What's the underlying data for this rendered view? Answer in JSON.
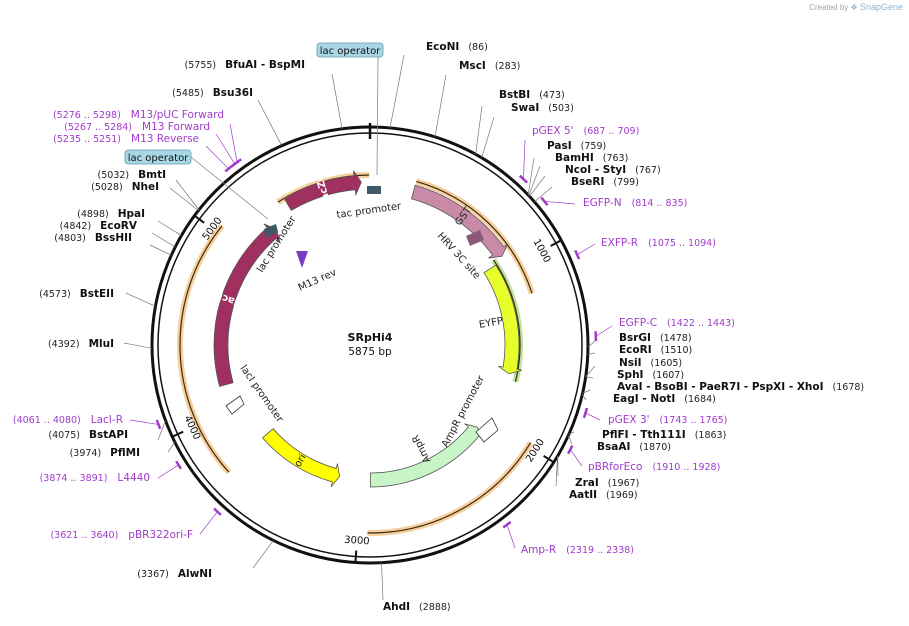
{
  "credit": {
    "prefix": "Created by",
    "brand": "SnapGene"
  },
  "plasmid": {
    "name": "SRpHi4",
    "length_label": "5875 bp",
    "length": 5875
  },
  "ticks": [
    {
      "pos": 1000,
      "label": "1000"
    },
    {
      "pos": 2000,
      "label": "2000"
    },
    {
      "pos": 3000,
      "label": "3000"
    },
    {
      "pos": 4000,
      "label": "4000"
    },
    {
      "pos": 5000,
      "label": "5000"
    }
  ],
  "boxed_labels": [
    {
      "text": "lac operator",
      "color": "#a9d6e5"
    },
    {
      "text": "lac operator",
      "color": "#a9d6e5"
    }
  ],
  "sites": [
    {
      "name": "EcoNI",
      "pos": "(86)",
      "bp": 86
    },
    {
      "name": "MscI",
      "pos": "(283)",
      "bp": 283
    },
    {
      "name": "BstBI",
      "pos": "(473)",
      "bp": 473
    },
    {
      "name": "SwaI",
      "pos": "(503)",
      "bp": 503
    },
    {
      "name": "PasI",
      "pos": "(759)",
      "bp": 759
    },
    {
      "name": "BamHI",
      "pos": "(763)",
      "bp": 763
    },
    {
      "name": "NcoI  -  StyI",
      "pos": "(767)",
      "bp": 767
    },
    {
      "name": "BseRI",
      "pos": "(799)",
      "bp": 799
    },
    {
      "name": "BsrGI",
      "pos": "(1478)",
      "bp": 1478
    },
    {
      "name": "EcoRI",
      "pos": "(1510)",
      "bp": 1510
    },
    {
      "name": "NsiI",
      "pos": "(1605)",
      "bp": 1605
    },
    {
      "name": "SphI",
      "pos": "(1607)",
      "bp": 1607
    },
    {
      "name": "AvaI  -  BsoBI  -  PaeR7I  -  PspXI  -  XhoI",
      "pos": "(1678)",
      "bp": 1678
    },
    {
      "name": "EagI  -  NotI",
      "pos": "(1684)",
      "bp": 1684
    },
    {
      "name": "PflFI  -  Tth111I",
      "pos": "(1863)",
      "bp": 1863
    },
    {
      "name": "BsaAI",
      "pos": "(1870)",
      "bp": 1870
    },
    {
      "name": "ZraI",
      "pos": "(1967)",
      "bp": 1967
    },
    {
      "name": "AatII",
      "pos": "(1969)",
      "bp": 1969
    },
    {
      "name": "AhdI",
      "pos": "(2888)",
      "bp": 2888
    },
    {
      "name": "AlwNI",
      "pos": "(3367)",
      "bp": 3367
    },
    {
      "name": "PflMI",
      "pos": "(3974)",
      "bp": 3974
    },
    {
      "name": "BstAPI",
      "pos": "(4075)",
      "bp": 4075
    },
    {
      "name": "MluI",
      "pos": "(4392)",
      "bp": 4392
    },
    {
      "name": "BstEII",
      "pos": "(4573)",
      "bp": 4573
    },
    {
      "name": "BssHII",
      "pos": "(4803)",
      "bp": 4803
    },
    {
      "name": "EcoRV",
      "pos": "(4842)",
      "bp": 4842
    },
    {
      "name": "HpaI",
      "pos": "(4898)",
      "bp": 4898
    },
    {
      "name": "NheI",
      "pos": "(5028)",
      "bp": 5028
    },
    {
      "name": "BmtI",
      "pos": "(5032)",
      "bp": 5032
    },
    {
      "name": "Bsu36I",
      "pos": "(5485)",
      "bp": 5485
    },
    {
      "name": "BfuAI  -  BspMI",
      "pos": "(5755)",
      "bp": 5755
    }
  ],
  "primers": [
    {
      "name": "pGEX 5'",
      "pos": "(687 .. 709)",
      "start": 687,
      "end": 709
    },
    {
      "name": "EGFP-N",
      "pos": "(814 .. 835)",
      "start": 814,
      "end": 835
    },
    {
      "name": "EXFP-R",
      "pos": "(1075 .. 1094)",
      "start": 1075,
      "end": 1094
    },
    {
      "name": "EGFP-C",
      "pos": "(1422 .. 1443)",
      "start": 1422,
      "end": 1443
    },
    {
      "name": "pGEX 3'",
      "pos": "(1743 .. 1765)",
      "start": 1743,
      "end": 1765
    },
    {
      "name": "pBRforEco",
      "pos": "(1910 .. 1928)",
      "start": 1910,
      "end": 1928
    },
    {
      "name": "Amp-R",
      "pos": "(2319 .. 2338)",
      "start": 2319,
      "end": 2338
    },
    {
      "name": "pBR322ori-F",
      "pos": "(3621 .. 3640)",
      "start": 3621,
      "end": 3640
    },
    {
      "name": "L4440",
      "pos": "(3874 .. 3891)",
      "start": 3874,
      "end": 3891
    },
    {
      "name": "LacI-R",
      "pos": "(4061 .. 4080)",
      "start": 4061,
      "end": 4080
    },
    {
      "name": "M13/pUC Forward",
      "pos": "(5276 .. 5298)",
      "start": 5276,
      "end": 5298
    },
    {
      "name": "M13 Forward",
      "pos": "(5267 .. 5284)",
      "start": 5267,
      "end": 5284
    },
    {
      "name": "M13 Reverse",
      "pos": "(5235 .. 5251)",
      "start": 5235,
      "end": 5251
    }
  ],
  "features": [
    {
      "name": "GST",
      "start": 258,
      "end": 915,
      "color": "#c98aa8",
      "direction": "cw"
    },
    {
      "name": "EYFP",
      "start": 940,
      "end": 1660,
      "color": "#e6ff2a",
      "direction": "cw"
    },
    {
      "name": "AmpR",
      "start": 2080,
      "end": 2935,
      "color": "#c8f5c8",
      "direction": "ccw"
    },
    {
      "name": "ori",
      "start": 3150,
      "end": 3740,
      "color": "#ffff00",
      "direction": "ccw"
    },
    {
      "name": "lacI",
      "start": 4155,
      "end": 5240,
      "color": "#a0305f",
      "direction": "cw"
    },
    {
      "name": "lacZα",
      "start": 5380,
      "end": 5825,
      "color": "#a0305f",
      "direction": "cw"
    }
  ],
  "feature_labels": {
    "tac_promoter": "tac promoter",
    "hrv_3c_site": "HRV 3C site",
    "lac_promoter": "lac promoter",
    "laci_promoter": "lacI promoter",
    "ampr_promoter": "AmpR promoter",
    "m13_rev": "M13 rev"
  }
}
